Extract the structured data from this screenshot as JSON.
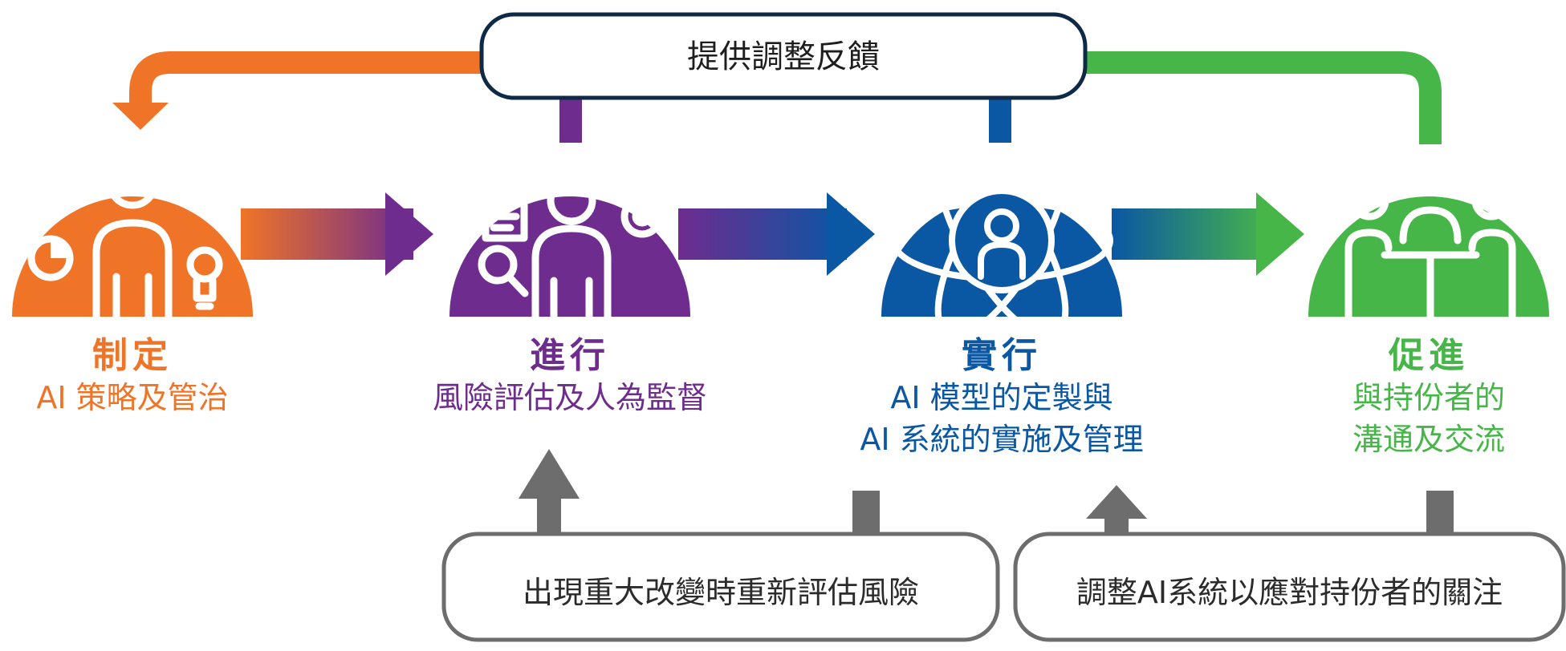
{
  "feedback": {
    "label": "提供調整反饋"
  },
  "colors": {
    "orange": "#F07427",
    "purple": "#6E2C8F",
    "blue": "#0A57A4",
    "green": "#47B649",
    "navy": "#0E2A47",
    "gray": "#6D6D6D"
  },
  "stages": [
    {
      "title": "制定",
      "desc_lines": [
        "AI 策略及管治"
      ],
      "color": "#F07427",
      "icon": "person-with-ideas-icon"
    },
    {
      "title": "進行",
      "desc_lines": [
        "風險評估及人為監督"
      ],
      "color": "#6E2C8F",
      "icon": "inspector-person-icon"
    },
    {
      "title": "實行",
      "desc_lines": [
        "AI 模型的定製與",
        "AI 系統的實施及管理"
      ],
      "color": "#0A57A4",
      "icon": "atom-person-icon"
    },
    {
      "title": "促進",
      "desc_lines": [
        "與持份者的",
        "溝通及交流"
      ],
      "color": "#47B649",
      "icon": "meeting-people-icon"
    }
  ],
  "bottom_boxes": [
    {
      "label": "出現重大改變時重新評估風險"
    },
    {
      "label": "調整AI系統以應對持份者的關注"
    }
  ]
}
